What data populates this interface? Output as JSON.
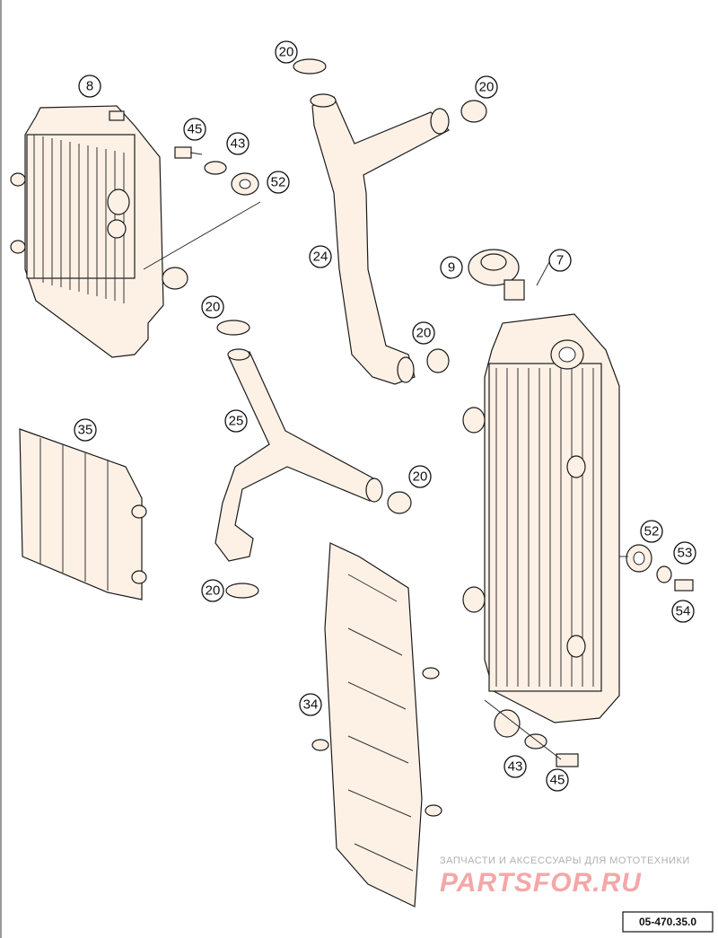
{
  "callouts": {
    "c8": "8",
    "c45a": "45",
    "c43a": "43",
    "c52a": "52",
    "c20a": "20",
    "c20b": "20",
    "c24": "24",
    "c9": "9",
    "c7": "7",
    "c20c": "20",
    "c20d": "20",
    "c25": "25",
    "c20e": "20",
    "c20f": "20",
    "c35": "35",
    "c34": "34",
    "c52b": "52",
    "c53": "53",
    "c54": "54",
    "c43b": "43",
    "c45b": "45"
  },
  "watermark": {
    "caption": "ЗАПЧАСТИ И АКСЕССУАРЫ ДЛЯ МОТОТЕХНИКИ",
    "brand": "PARTSFOR.RU"
  },
  "diagram_code": "05-470.35.0",
  "colors": {
    "part_fill": "#fdf1e6",
    "line": "#1a1a1a",
    "watermark_brand": "#f4a7a7"
  }
}
